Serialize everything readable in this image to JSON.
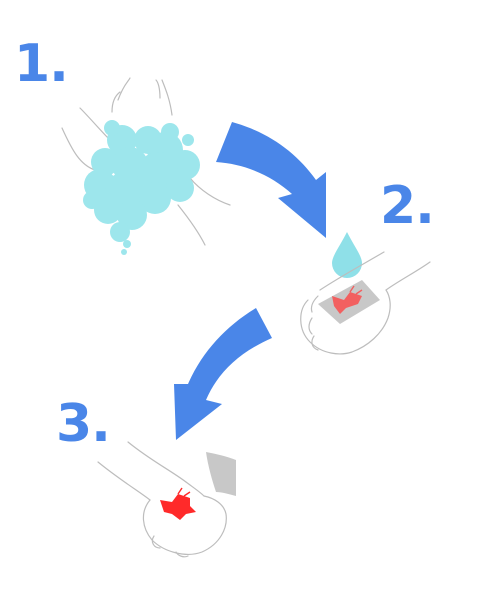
{
  "steps": [
    {
      "number": "1.",
      "action": "wash-hands-icon"
    },
    {
      "number": "2.",
      "action": "rinse-wound-icon"
    },
    {
      "number": "3.",
      "action": "apply-bandage-icon"
    }
  ],
  "colors": {
    "step_number": "#4a86e8",
    "arrow": "#4a86e8",
    "soap_foam": "#9de6ec",
    "water_drop": "#8fe0e8",
    "wound": "#ff3b3b",
    "wound_faded": "#f26060",
    "bandage": "#c8c8c8",
    "hand_outline": "#bdbdbd"
  }
}
